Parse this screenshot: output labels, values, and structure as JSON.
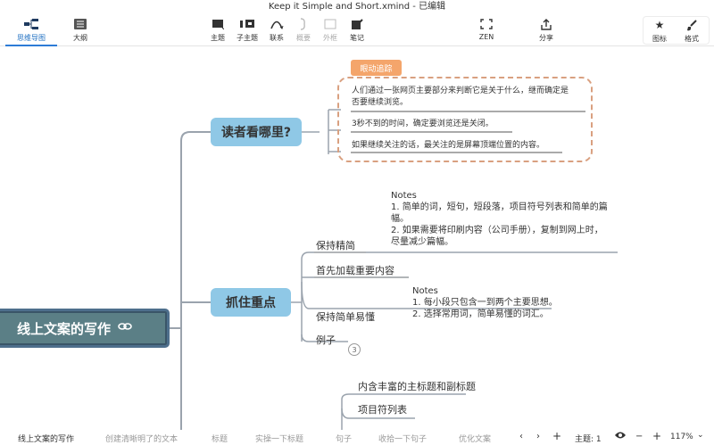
{
  "window": {
    "title": "Keep it Simple and Short.xmind - 已编辑"
  },
  "toolbar": {
    "mindmap_label": "思维导图",
    "outline_label": "大纲",
    "topic_label": "主题",
    "subtopic_label": "子主题",
    "relationship_label": "联系",
    "summary_label": "概要",
    "boundary_label": "外框",
    "notes_label": "笔记",
    "zen_label": "ZEN",
    "share_label": "分享",
    "icon_label": "图标",
    "format_label": "格式"
  },
  "map": {
    "central": "线上文案的写作",
    "topic1": {
      "label": "读者看哪里?",
      "callout_tag": "眼动追踪",
      "callouts": [
        "人们通过一张网页主要部分来判断它是关于什么，继而确定是",
        "否要继续浏览。",
        "3秒不到的时间，确定要浏览还是关闭。",
        "如果继续关注的话，最关注的是屏幕顶端位置的内容。"
      ]
    },
    "topic2": {
      "label": "抓住重点",
      "subs": [
        "保持精简",
        "首先加载重要内容",
        "保持简单易懂",
        "例子"
      ],
      "badge": "3",
      "note1": {
        "title": "Notes",
        "lines": [
          "1. 简单的词，短句，短段落，项目符号列表和简单的篇",
          "幅。",
          "2. 如果需要将印刷内容（公司手册），复制到网上时，",
          "尽量减少篇幅。"
        ]
      },
      "note2": {
        "title": "Notes",
        "lines": [
          "1. 每小段只包含一到两个主要思想。",
          "2. 选择常用词，简单易懂的词汇。"
        ]
      }
    },
    "topic3": {
      "subs": [
        "内含丰富的主标题和副标题",
        "项目符列表"
      ]
    }
  },
  "bottombar": {
    "crumbs": [
      "线上文案的写作",
      "创建清晰明了的文本",
      "标题",
      "实操一下标题",
      "句子",
      "收拾一下句子",
      "优化文案"
    ],
    "prev": "‹",
    "next": "›",
    "add": "+",
    "topic_count": "主题: 1",
    "minus": "−",
    "plus": "+",
    "zoom": "117%",
    "zoom_arrow": "⌄"
  },
  "colors": {
    "accent": "#2d7bd6",
    "central_fill": "#5b7f86",
    "topic_fill": "#8fc8e6",
    "callout_border": "#d9a080",
    "callout_tag": "#f4a56b",
    "branch_line": "#9aa3ad"
  }
}
